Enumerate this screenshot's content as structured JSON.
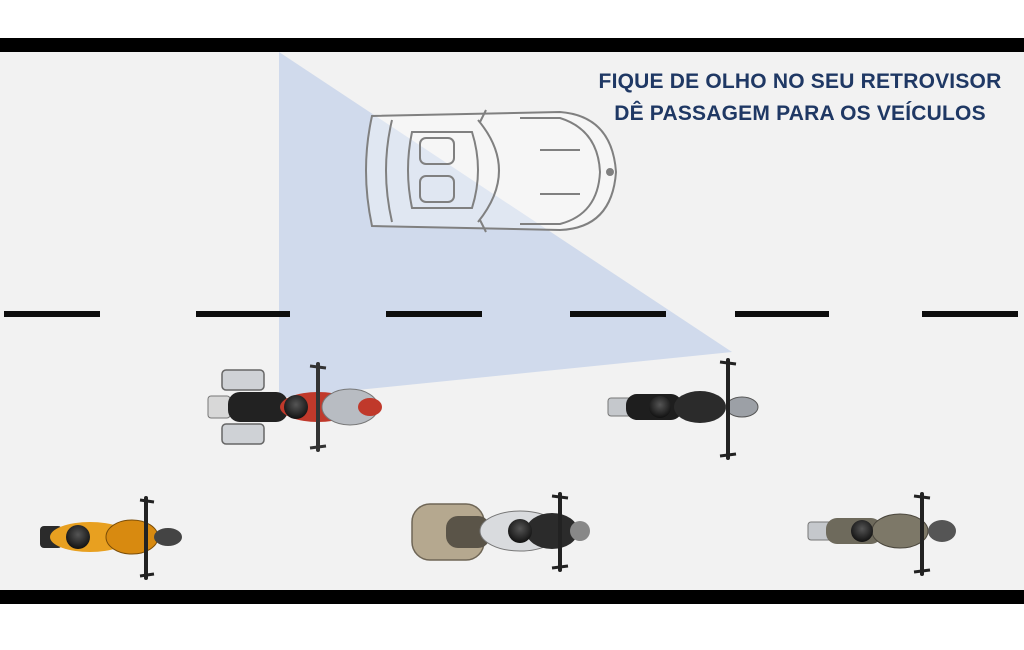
{
  "caption": {
    "line1": "FIQUE DE OLHO NO SEU RETROVISOR",
    "line2": "DÊ PASSAGEM PARA OS VEÍCULOS"
  },
  "colors": {
    "caption": "#1f3864",
    "road": "#f2f2f2",
    "road_edge": "#000000",
    "lane_marking": "#0d0d0d",
    "mirror_view": "#b4c7e7",
    "car_outline": "#808080",
    "moto_red": "#c0392b",
    "moto_orange": "#e8a020",
    "moto_black": "#2b2b2b",
    "moto_beige": "#b5a88f",
    "moto_olive": "#6e6a5c"
  },
  "icons": {
    "car": "convertible-car-top-view",
    "motorcycles": [
      "touring-motorcycle-red",
      "naked-motorcycle-black",
      "sport-motorcycle-orange",
      "scooter-beige",
      "adventure-motorcycle-olive"
    ]
  }
}
